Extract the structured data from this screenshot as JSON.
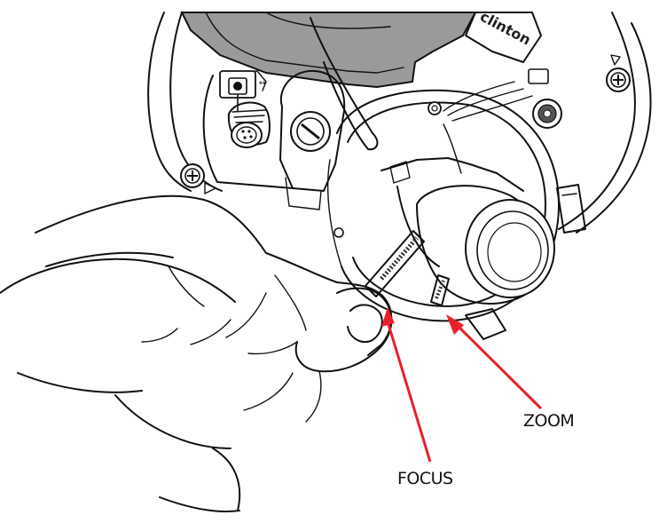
{
  "figure": {
    "brand_text": "clinton",
    "callouts": [
      {
        "id": "focus",
        "label": "FOCUS"
      },
      {
        "id": "zoom",
        "label": "ZOOM"
      }
    ],
    "arrow_color": "#e8202a",
    "gray_fill": "#9a9a9a",
    "icons": [
      "screw-icon",
      "triangle-marker-icon",
      "connector-icon",
      "joystick-icon",
      "ferrite-coil-icon",
      "lens-icon"
    ]
  }
}
